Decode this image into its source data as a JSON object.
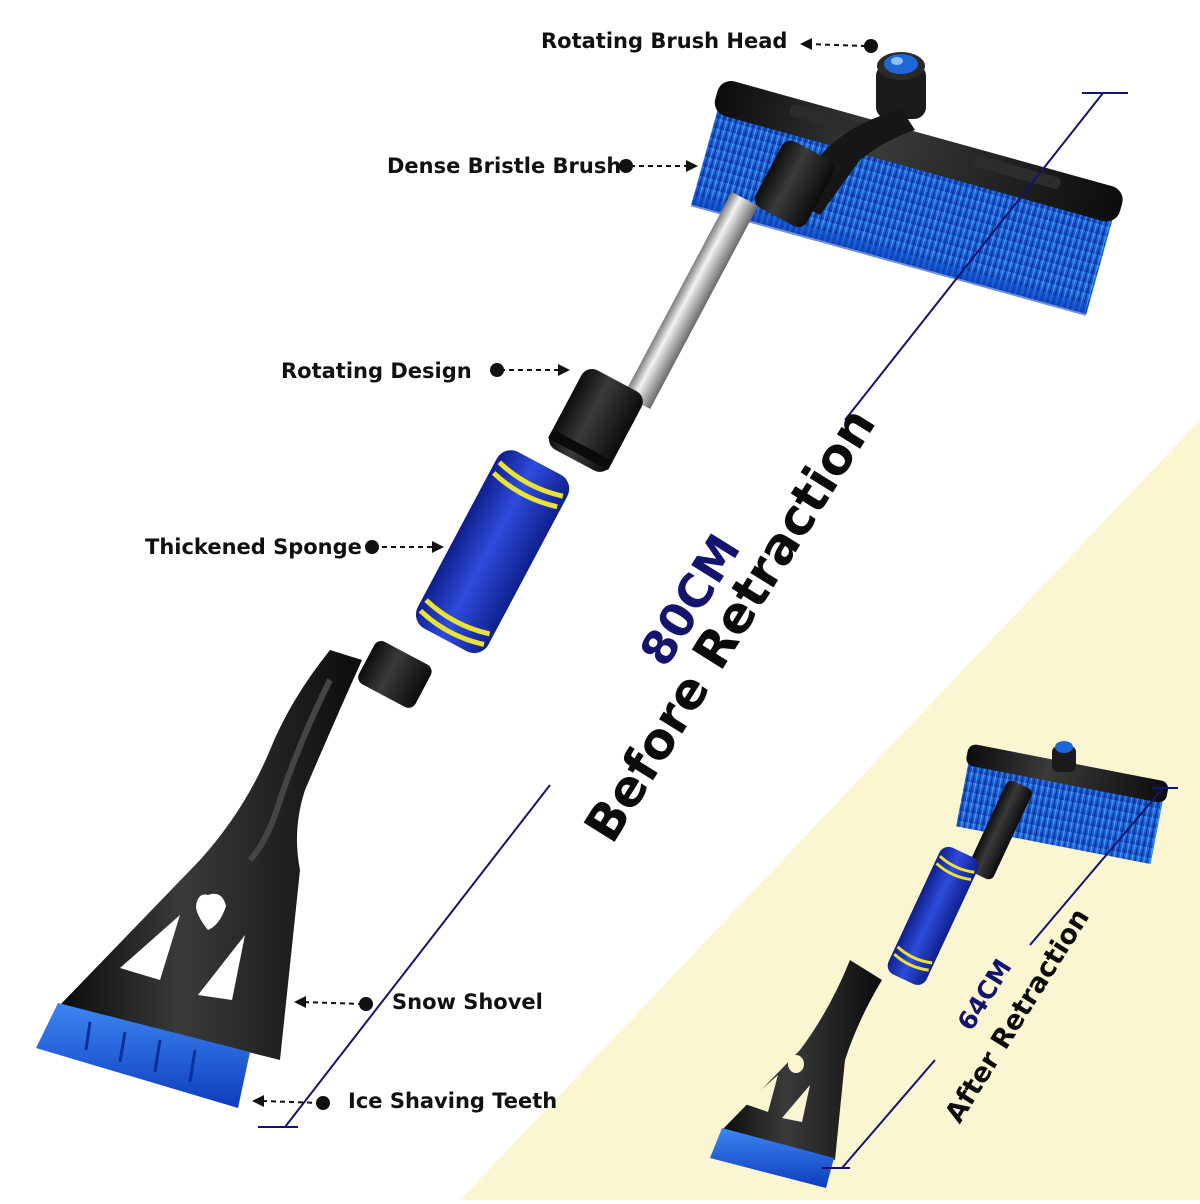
{
  "labels": {
    "rotating_brush_head": "Rotating Brush Head",
    "dense_bristle_brush": "Dense Bristle Brush",
    "rotating_design": "Rotating Design",
    "thickened_sponge": "Thickened Sponge",
    "snow_shovel": "Snow Shovel",
    "ice_shaving_teeth": "Ice Shaving Teeth"
  },
  "before": {
    "length": "80CM",
    "caption": "Before Retraction"
  },
  "after": {
    "length": "64CM",
    "caption": "After Retraction"
  },
  "colors": {
    "bristle_blue": "#1f6fe6",
    "grip_blue": "#1a36c4",
    "stripe_yellow": "#e8e23a",
    "handle_black": "#1a1a1a",
    "dimension_navy": "#14146e",
    "cream_bg": "#fbf6d2"
  }
}
